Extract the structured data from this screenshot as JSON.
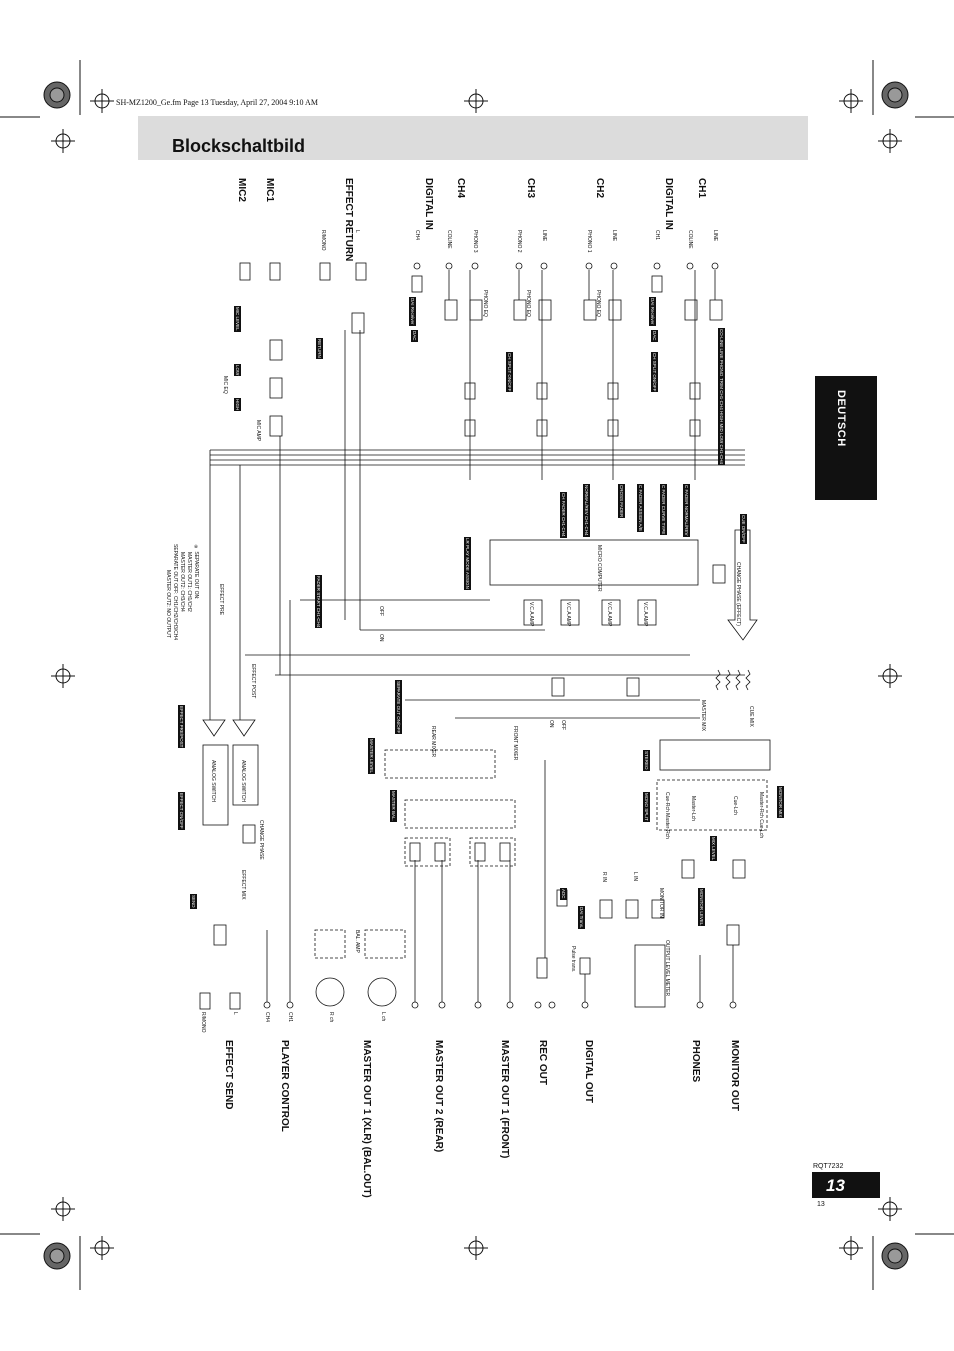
{
  "header": {
    "file_info": "SH-MZ1200_Ge.fm  Page 13  Tuesday, April 27, 2004  9:10 AM"
  },
  "title": "Blockschaltbild",
  "side_tab": "DEUTSCH",
  "inputs": {
    "ch1": "CH1",
    "digital_in_top": "DIGITAL IN",
    "ch2": "CH2",
    "ch3": "CH3",
    "ch4": "CH4",
    "digital_in_bottom": "DIGITAL IN",
    "effect_return": "EFFECT RETURN",
    "mic1": "MIC1",
    "mic2": "MIC2"
  },
  "input_sub": {
    "line": "LINE",
    "coline": "COLINE",
    "ch1": "CH1",
    "phono1": "PHONO 1",
    "phono2": "PHONO 2",
    "phono3": "PHONO 3",
    "ch4": "CH4",
    "l": "L",
    "rmono": "R/MONO"
  },
  "outputs": {
    "monitor_out": "MONITOR OUT",
    "phones": "PHONES",
    "digital_out": "DIGITAL OUT",
    "rec_out": "REC OUT",
    "master_out1": "MASTER OUT 1 (FRONT)",
    "master_out2": "MASTER OUT 2 (REAR)",
    "master_out1_xlr": "MASTER OUT 1 (XLR) (BAL.OUT)",
    "player_control": "PLAYER CONTROL",
    "effect_send": "EFFECT SEND"
  },
  "out_sub": {
    "lch": "L ch",
    "rch": "R ch",
    "ch1": "CH1",
    "ch4": "CH4",
    "l": "L",
    "rmono": "R/MONO"
  },
  "labels": {
    "coline_line_phono": "CO-LINE LINE PHONO CH1-CH4",
    "trim": "TRIM CH1-CH4",
    "eq": "HIGH MID LOW CH1-CH4",
    "dai_top": "DAI Receiver",
    "dac": "DAC",
    "dai_bottom": "DAI Receiver",
    "phono_eq": "PHONO EQ",
    "ch_split": "CH SPLIT ON/OFF",
    "cue": "CUE ON/OFF",
    "change_phase_effect": "CHANGE PHASE (EFFECT)",
    "micro_computer": "MICRO COMPUTER",
    "c_fader_normal": "C FADER NORMAL/REV",
    "c_fader_curve": "C FADER CURVE TYPE",
    "c_fader_assign": "C FADER ASSIGN A/B",
    "ch_fader_normal": "NORMAL/REV CH1-CH4",
    "ch_fader_curve": "CH FADER CH1-CH4",
    "crossfader": "CROSS FADER",
    "lr_play": "LR PLAY MODE ASSIGN",
    "fader_start": "FADER START CH1-CH4",
    "vca_amp": "V.C.A AMP",
    "mic_level": "MIC LEVEL",
    "return": "RETURN",
    "low": "LOW",
    "high": "HIGH",
    "mic_eq": "MIC EQ",
    "mic_amp": "MIC AMP",
    "effect_pre": "EFFECT PRE",
    "effect_post": "EFFECT POST",
    "separate_note_title": "※ SEPARATE OUT ON:",
    "separate_note_1": "MASTER OUT1: CH1/CH2",
    "separate_note_2": "MASTER OUT2: CH3/CH4",
    "separate_note_3": "SEPARATE OUT OFF: CH1/CH2/CH3/CH4",
    "separate_note_4": "MASTER OUT2: NO OUTPUT",
    "separate": "SEPARATE OUT ON/OFF",
    "rear_mixer": "REAR MIXER",
    "front_mixer": "FRONT MIXER",
    "master_level": "MASTER LEVEL",
    "master_bal": "MASTER BAL.",
    "master_mix": "MASTER MIX",
    "cue_mix": "CUE MIX",
    "stereo": "STEREO",
    "mono_split": "MONO SPLIT",
    "cue_master_rch": "Cue-Rch Master-Rch",
    "master_lch": "Master-Lch",
    "cue_lch": "Cue-Lch",
    "master_rch_cue_lch": "Master-Rch Cue-Lch",
    "monitor_mix": "MONITOR MIX",
    "mix_level": "MIX LEVEL",
    "monitor_level": "MONITOR LEVEL",
    "monitor_in": "MONITOR IN",
    "output_level_meter": "OUTPUT LEVEL METER",
    "r_in": "R IN",
    "l_in": "L IN",
    "adc": "ADC",
    "dai_trans": "DAI Trans.",
    "pulse_trans": "Pulse trans.",
    "bal_amp": "BAL. AMP",
    "effect_pre_post": "EFFECT PRE/POST",
    "effect_onoff": "EFFECT ON/OFF",
    "analog_switch": "ANALOG SWITCH",
    "change_phase": "CHANGE PHASE",
    "effect_mix": "EFFECT MIX",
    "send": "SEND",
    "off": "OFF",
    "on": "ON"
  },
  "footer": {
    "code": "RQT7232",
    "page_number": "13",
    "page_small": "13"
  }
}
